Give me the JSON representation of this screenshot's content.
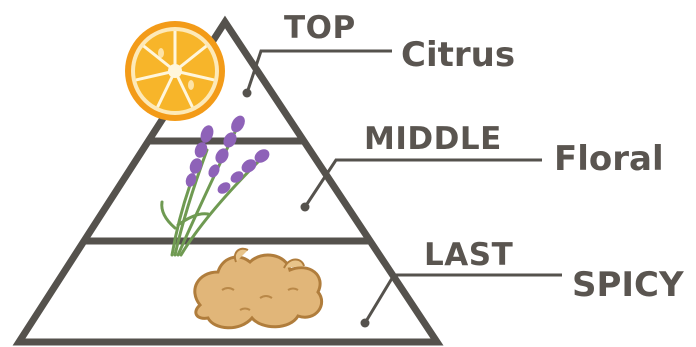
{
  "pyramid": {
    "tiers": [
      {
        "level": "TOP",
        "note": "Citrus",
        "icon": "orange-slice-icon"
      },
      {
        "level": "MIDDLE",
        "note": "Floral",
        "icon": "lavender-icon"
      },
      {
        "level": "LAST",
        "note": "SPICY",
        "icon": "ginger-root-icon"
      }
    ]
  },
  "colors": {
    "outline": "#55524d",
    "text": "#5a5550",
    "orange": "#f4a21c",
    "lavender": "#8e62b8",
    "ginger": "#e1b679"
  }
}
